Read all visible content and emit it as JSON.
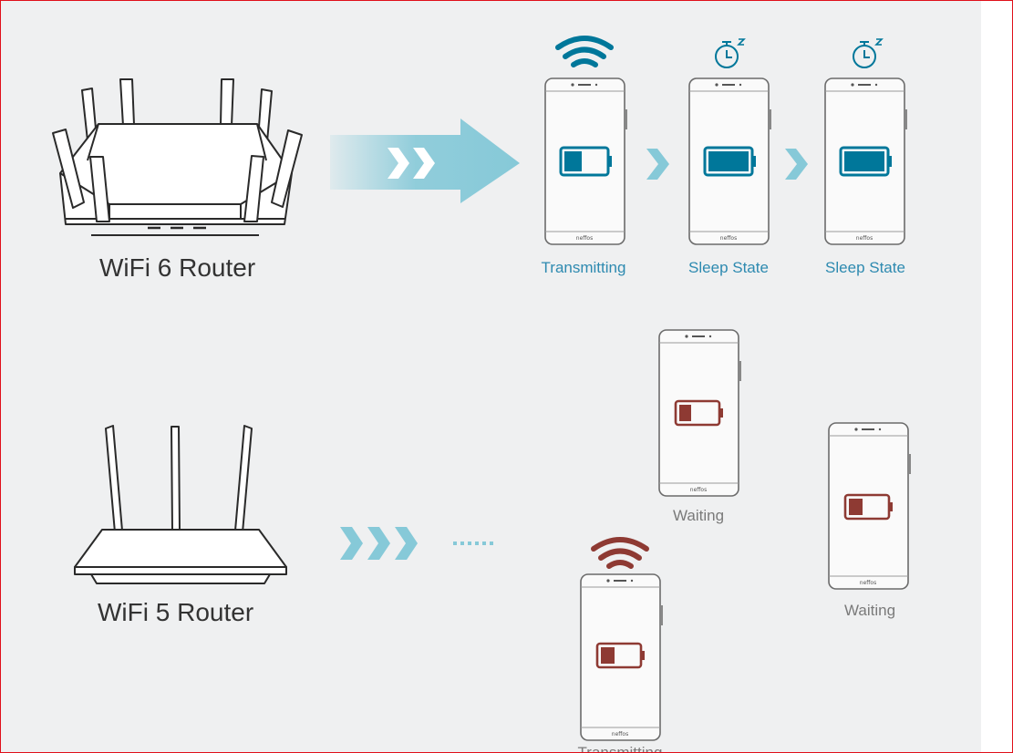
{
  "colors": {
    "blue": "#00779a",
    "light_blue": "#86c9d8",
    "red": "#8e3a33",
    "blue_label": "#2e8ab0",
    "grey_label": "#7a7a7a",
    "border": "#e0101a",
    "panel": "#eff0f1"
  },
  "wifi6": {
    "router_label": "WiFi 6 Router",
    "phones": [
      {
        "label": "Transmitting",
        "state_icon": "wifi-signal-icon",
        "battery_level": 0.4
      },
      {
        "label": "Sleep State",
        "state_icon": "sleep-timer-icon",
        "battery_level": 0.95
      },
      {
        "label": "Sleep State",
        "state_icon": "sleep-timer-icon",
        "battery_level": 0.95
      }
    ]
  },
  "wifi5": {
    "router_label": "WiFi 5 Router",
    "phones": [
      {
        "label": "Waiting",
        "battery_level": 0.3
      },
      {
        "label": "Waiting",
        "battery_level": 0.35
      },
      {
        "label": "Transmitting",
        "state_icon": "wifi-signal-icon",
        "battery_level": 0.35
      }
    ]
  },
  "phone_brand": "neffos"
}
